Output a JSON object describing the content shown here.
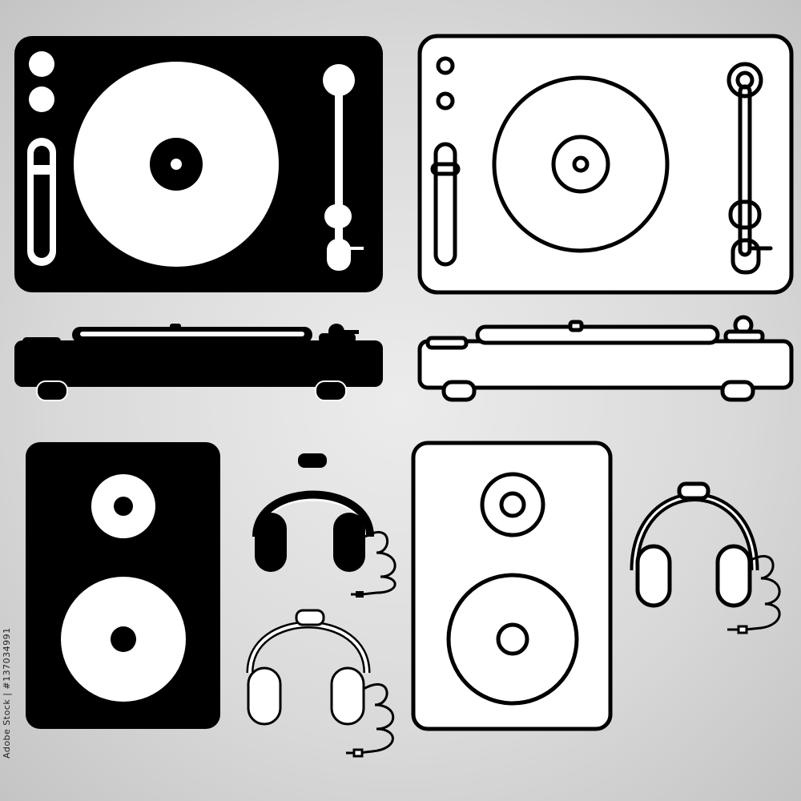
{
  "image": {
    "kind": "DJ equipment icon set",
    "stock_id_text": "Adobe Stock | #137034991",
    "watermark": "Adobe Stock",
    "palette": {
      "ink": "#000000",
      "paper": "#ffffff",
      "background_center": "#ececec",
      "background_edge": "#c4c4c4"
    }
  },
  "icons": [
    {
      "name": "turntable-top-solid",
      "style": "solid"
    },
    {
      "name": "turntable-top-outline",
      "style": "outline"
    },
    {
      "name": "turntable-side-solid",
      "style": "solid"
    },
    {
      "name": "turntable-side-outline",
      "style": "outline"
    },
    {
      "name": "speaker-solid",
      "style": "solid"
    },
    {
      "name": "speaker-outline",
      "style": "outline"
    },
    {
      "name": "headphones-solid",
      "style": "solid"
    },
    {
      "name": "headphones-outline",
      "style": "outline"
    },
    {
      "name": "headphones-outline-bold",
      "style": "outline"
    }
  ]
}
